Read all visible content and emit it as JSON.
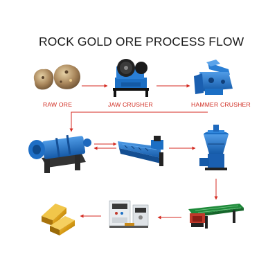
{
  "title": "ROCK GOLD ORE PROCESS FLOW",
  "steps": {
    "raw_ore": "RAW ORE",
    "jaw_crusher": "JAW CRUSHER",
    "hammer_crusher": "HAMMER CRUSHER"
  },
  "colors": {
    "arrow": "#d42a20",
    "machine_blue": "#1c6fc4",
    "machine_dark": "#222222",
    "gold": "#d9a21b",
    "label": "#d02a1f"
  },
  "icons": [
    "raw-ore-icon",
    "jaw-crusher-icon",
    "hammer-crusher-icon",
    "ball-mill-icon",
    "spiral-classifier-icon",
    "gold-concentrator-icon",
    "shaking-table-icon",
    "smelting-furnace-icon",
    "gold-bars-icon"
  ]
}
